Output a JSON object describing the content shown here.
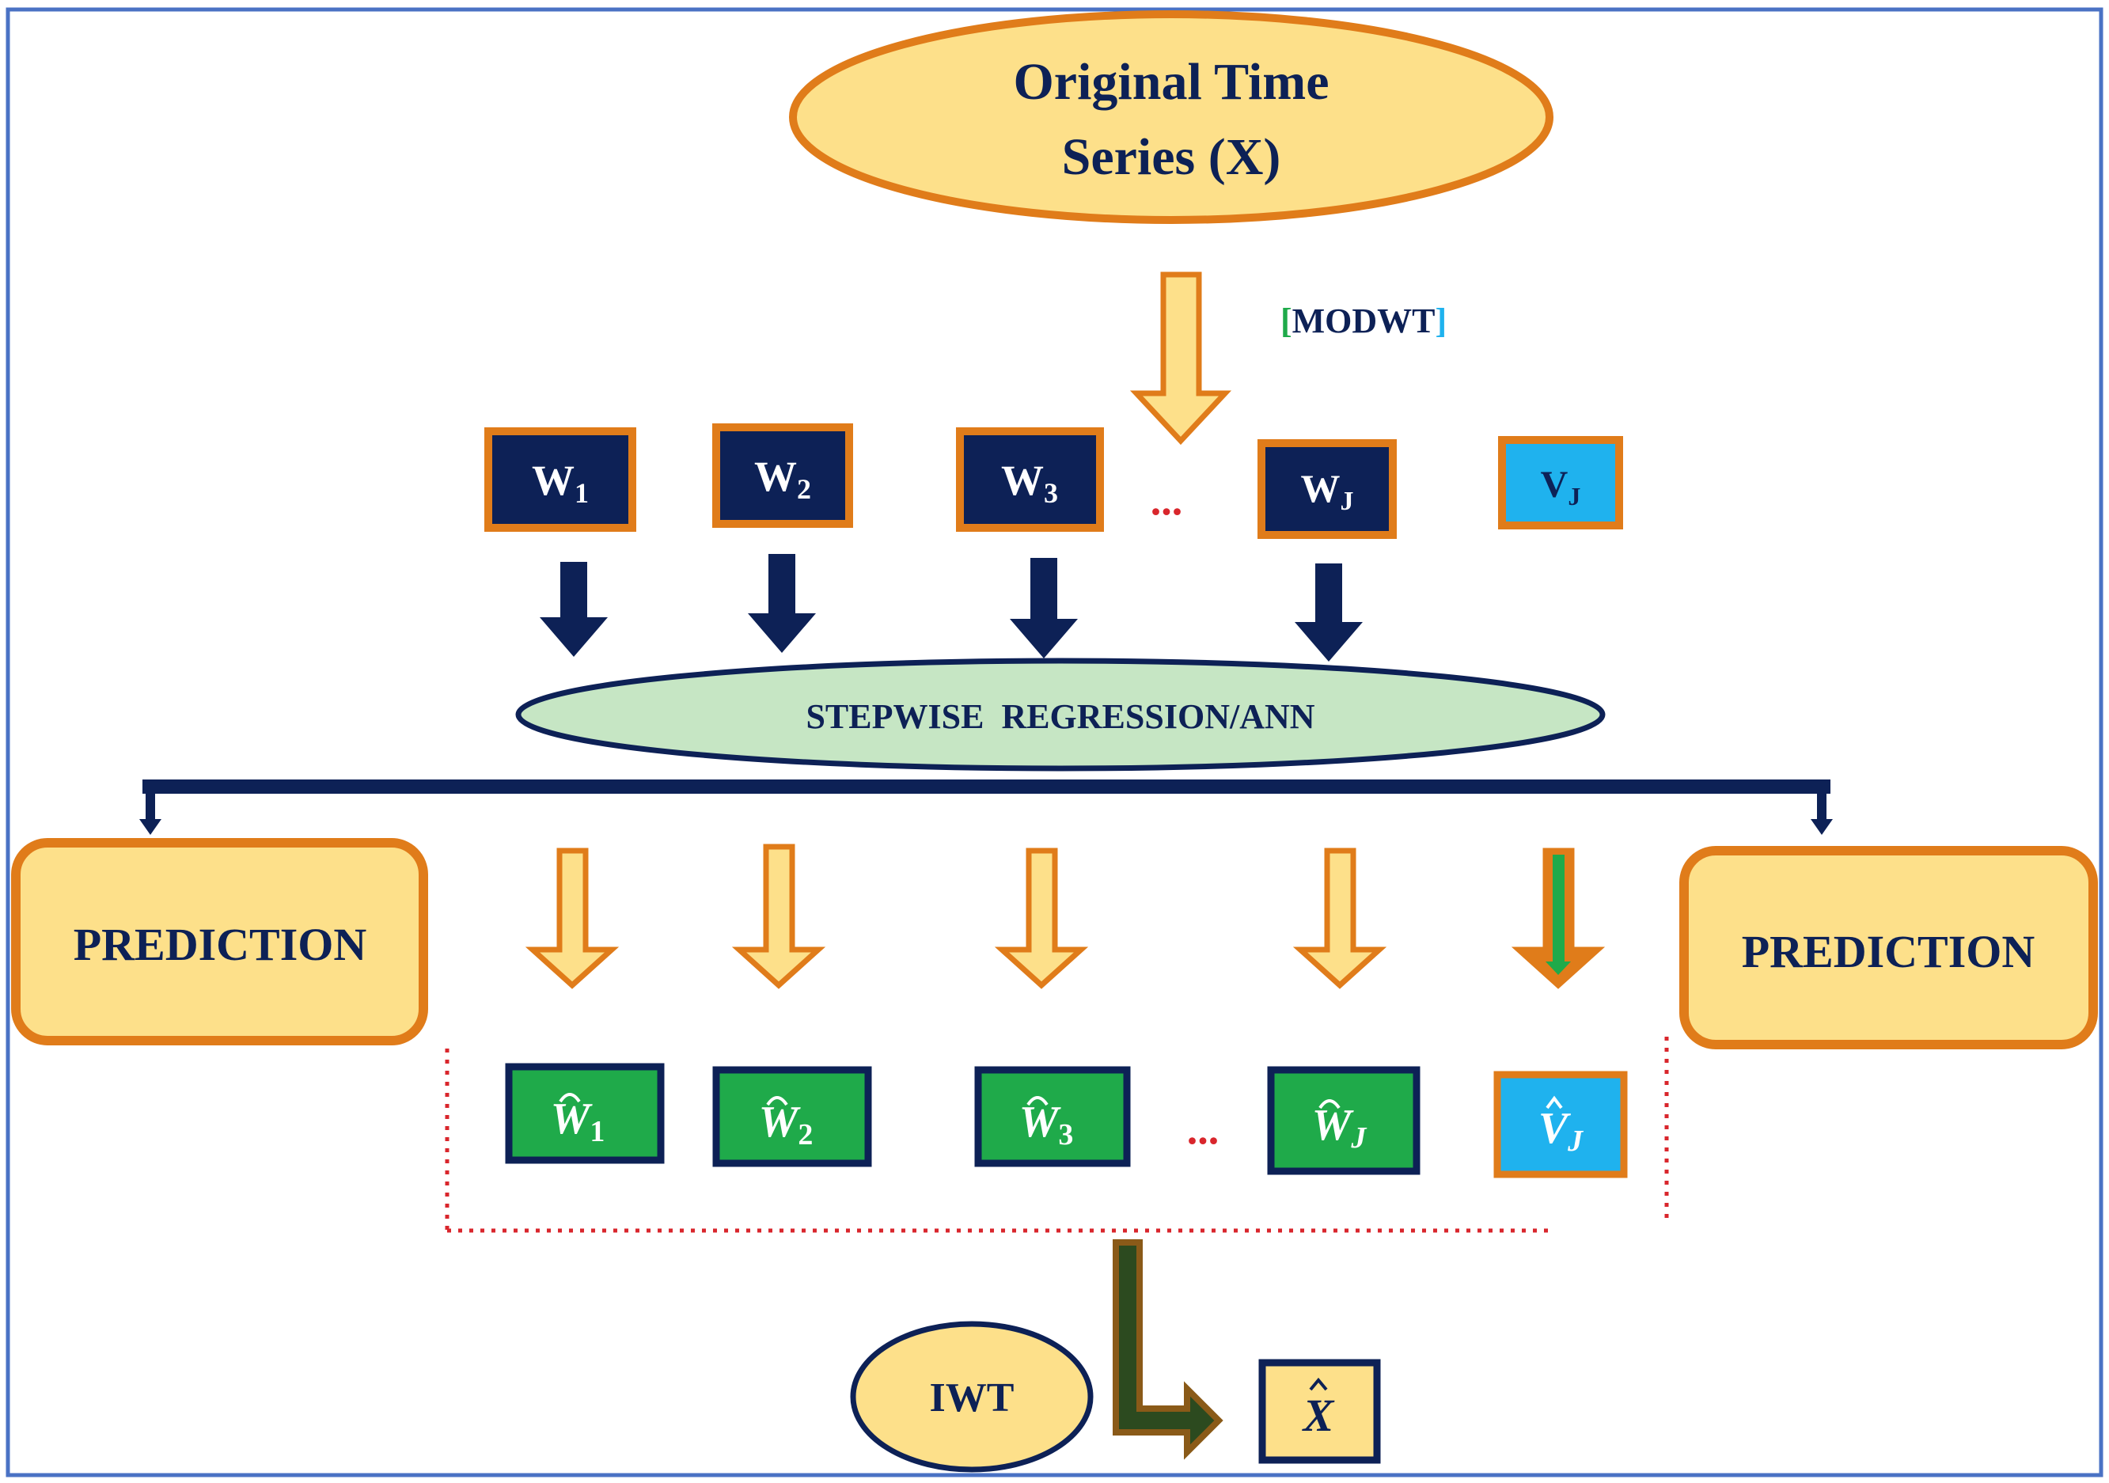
{
  "title": {
    "line1": "Original Time",
    "line2": "Series (X)"
  },
  "transform_label": "MODWT",
  "dots": "...",
  "components": [
    {
      "base": "W",
      "sub": "1"
    },
    {
      "base": "W",
      "sub": "2"
    },
    {
      "base": "W",
      "sub": "3"
    },
    {
      "base": "W",
      "sub": "J"
    },
    {
      "base": "V",
      "sub": "J"
    }
  ],
  "model_label": "STEPWISE  REGRESSION/ANN",
  "prediction_left": "PREDICTION",
  "prediction_right": "PREDICTION",
  "predicted": [
    {
      "base": "W",
      "sub": "1"
    },
    {
      "base": "W",
      "sub": "2"
    },
    {
      "base": "W",
      "sub": "3"
    },
    {
      "base": "W",
      "sub": "J"
    },
    {
      "base": "V",
      "sub": "J"
    }
  ],
  "inverse_label": "IWT",
  "output": {
    "base": "X"
  },
  "colors": {
    "navy": "#0d2156",
    "orange": "#e07c1a",
    "light_yellow": "#fde08a",
    "green": "#1faa4a",
    "cyan": "#1fb2ee",
    "light_green": "#c6e6c4",
    "red_dotted": "#d9262c",
    "frame_blue": "#4a72c4"
  }
}
